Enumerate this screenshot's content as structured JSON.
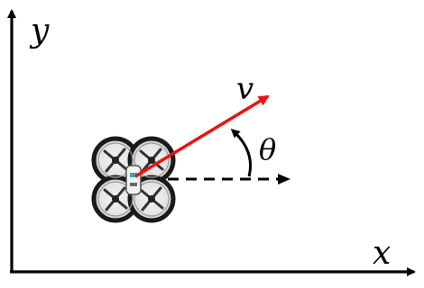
{
  "labels": {
    "x_axis": "x",
    "y_axis": "y",
    "velocity": "v",
    "angle": "θ"
  },
  "colors": {
    "axes": "#000000",
    "velocity_vector": "#ee1111",
    "heading_reference": "#000000",
    "drone_frame": "#1a1a1a",
    "drone_rotor": "#3a3a3a"
  },
  "icons": {
    "vehicle": "quadrotor-drone-icon"
  }
}
